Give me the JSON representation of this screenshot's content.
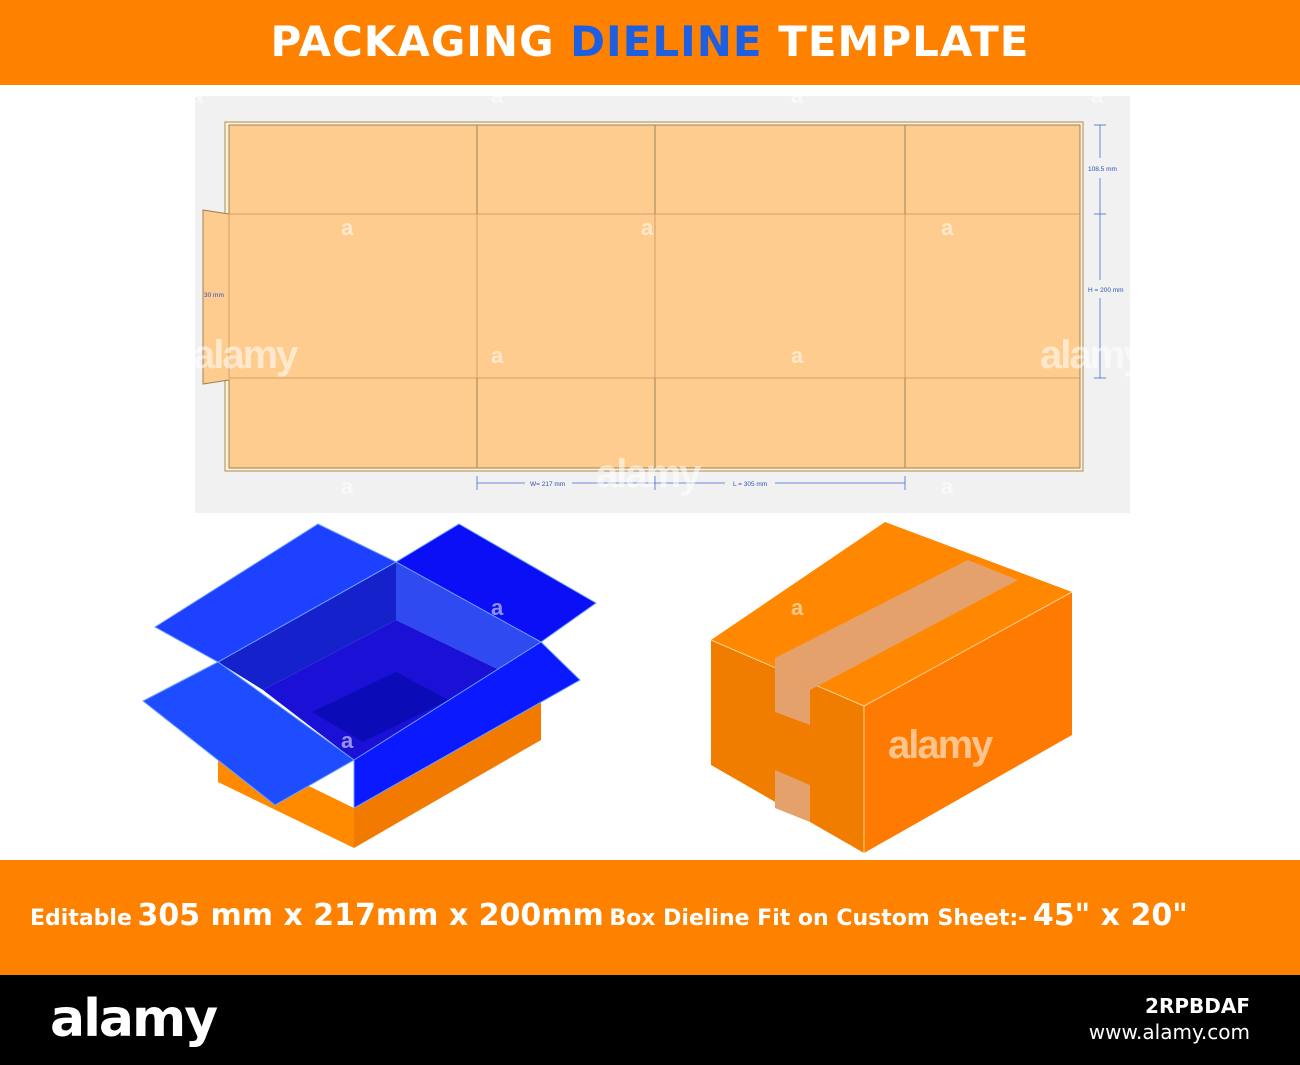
{
  "header": {
    "title_part1": "PACKAGING",
    "title_accent": "DIELINE",
    "title_part2": "TEMPLATE"
  },
  "dieline": {
    "dim_flap": "108.5 mm",
    "dim_height": "H = 200 mm",
    "dim_glue": "30 mm",
    "dim_width": "W= 217 mm",
    "dim_length": "L = 305 mm"
  },
  "watermark": {
    "mark": "a",
    "word": "alamy"
  },
  "caption": {
    "t1": "Editable",
    "t2": "305 mm x 217mm x 200mm",
    "t3": "Box Dieline Fit on Custom Sheet:-",
    "t4": "45\" x 20\""
  },
  "footer": {
    "logo": "alamy",
    "image_id": "2RPBDAF",
    "url": "www.alamy.com"
  },
  "colors": {
    "banner": "#ff8100",
    "accent_blue": "#1d5fe0",
    "dieline_fill": "#ffcc8f",
    "box_blue": "#0a00f0",
    "box_orange": "#ff8000"
  }
}
